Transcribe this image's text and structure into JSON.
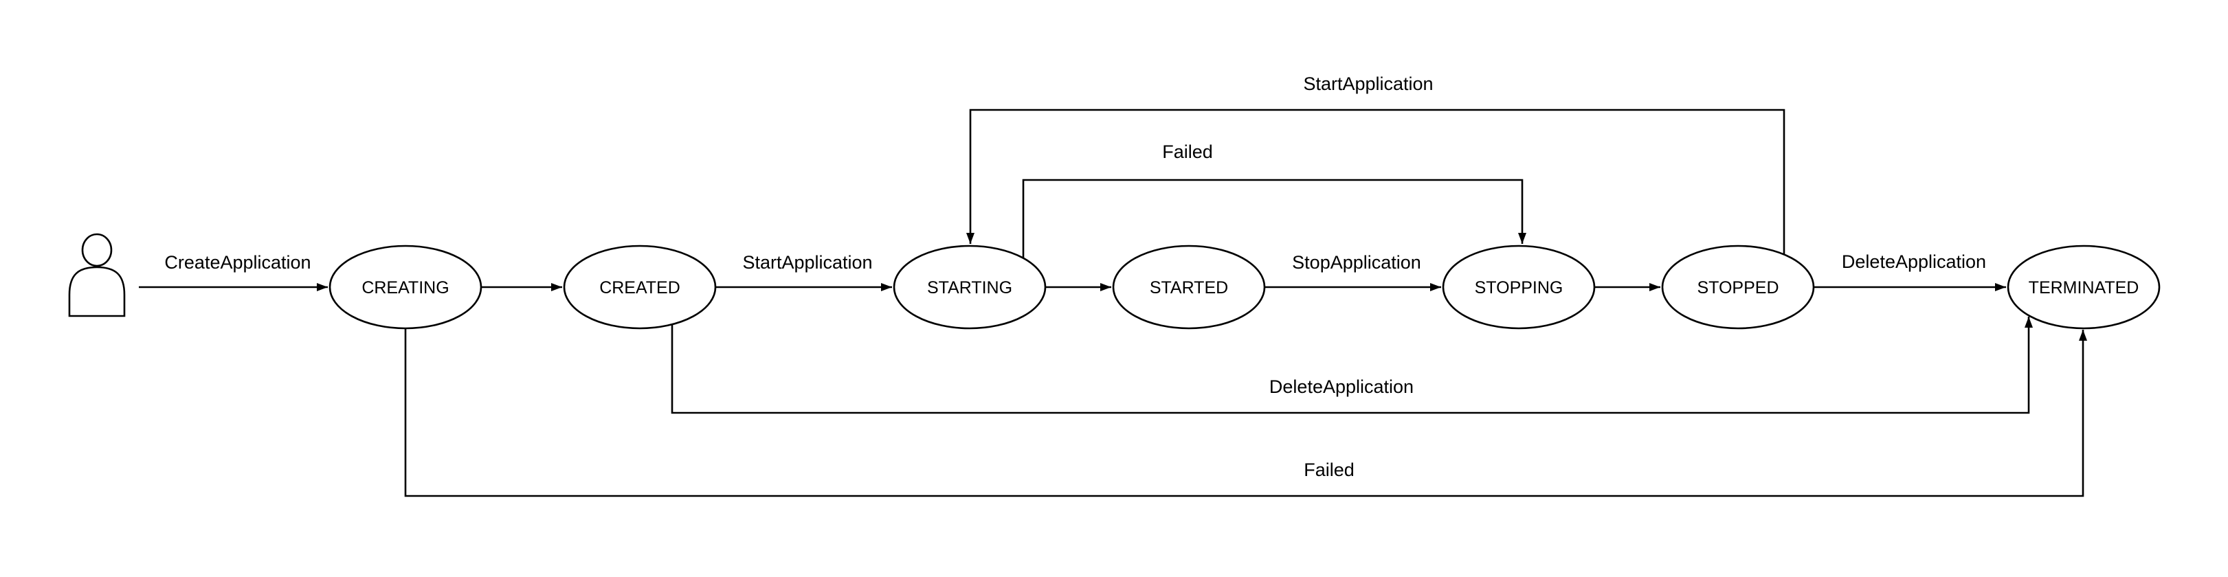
{
  "diagram": {
    "type": "state-machine",
    "colors": {
      "background": "#ffffff",
      "stroke": "#000000",
      "node_fill": "#ffffff",
      "text": "#000000"
    },
    "actor": {
      "icon": "person-actor-icon"
    },
    "states": [
      {
        "label": "CREATING"
      },
      {
        "label": "CREATED"
      },
      {
        "label": "STARTING"
      },
      {
        "label": "STARTED"
      },
      {
        "label": "STOPPING"
      },
      {
        "label": "STOPPED"
      },
      {
        "label": "TERMINATED"
      }
    ],
    "transitions": [
      {
        "from": "actor",
        "to": "CREATING",
        "label": "CreateApplication"
      },
      {
        "from": "CREATING",
        "to": "CREATED",
        "label": ""
      },
      {
        "from": "CREATED",
        "to": "STARTING",
        "label": "StartApplication"
      },
      {
        "from": "STARTING",
        "to": "STARTED",
        "label": ""
      },
      {
        "from": "STARTED",
        "to": "STOPPING",
        "label": "StopApplication"
      },
      {
        "from": "STOPPING",
        "to": "STOPPED",
        "label": ""
      },
      {
        "from": "STOPPED",
        "to": "TERMINATED",
        "label": "DeleteApplication"
      },
      {
        "from": "STOPPED",
        "to": "STARTING",
        "label": "StartApplication"
      },
      {
        "from": "STARTING",
        "to": "STOPPING",
        "label": "Failed"
      },
      {
        "from": "CREATED",
        "to": "TERMINATED",
        "label": "DeleteApplication"
      },
      {
        "from": "CREATING",
        "to": "TERMINATED",
        "label": "Failed"
      }
    ]
  }
}
